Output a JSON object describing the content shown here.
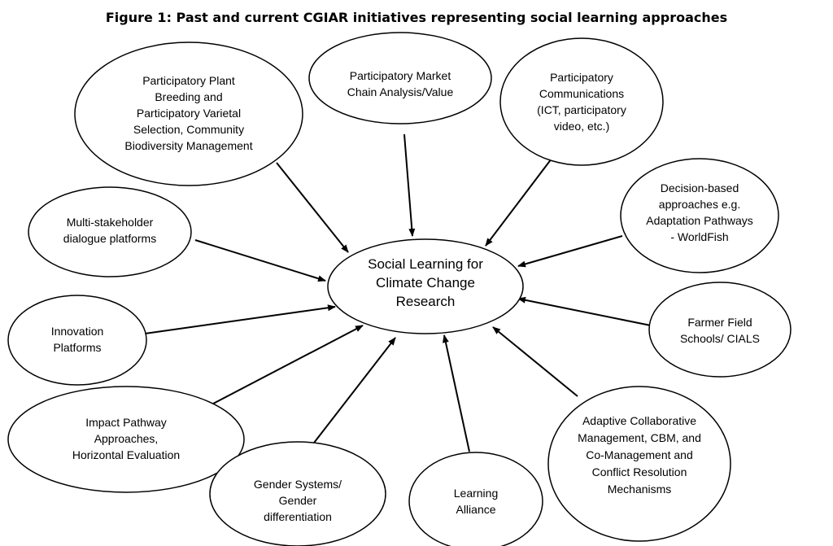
{
  "title": "Figure 1: Past and current CGIAR initiatives representing social learning approaches",
  "center": {
    "lines": [
      "Social Learning for",
      "Climate Change",
      "Research"
    ]
  },
  "nodes": [
    {
      "id": "participatory-plant-breeding",
      "lines": [
        "Participatory Plant",
        "Breeding and",
        "Participatory Varietal",
        "Selection, Community",
        "Biodiversity Management"
      ]
    },
    {
      "id": "participatory-market-chain",
      "lines": [
        "Participatory Market",
        "Chain Analysis/Value"
      ]
    },
    {
      "id": "participatory-communications",
      "lines": [
        "Participatory",
        "Communications",
        "(ICT, participatory",
        "video, etc.)"
      ]
    },
    {
      "id": "decision-based-approaches",
      "lines": [
        "Decision-based",
        "approaches e.g.",
        "Adaptation Pathways",
        "- WorldFish"
      ]
    },
    {
      "id": "multi-stakeholder-platforms",
      "lines": [
        "Multi-stakeholder",
        "dialogue platforms"
      ]
    },
    {
      "id": "innovation-platforms",
      "lines": [
        "Innovation",
        "Platforms"
      ]
    },
    {
      "id": "farmer-field-schools",
      "lines": [
        "Farmer Field",
        "Schools/ CIALS"
      ]
    },
    {
      "id": "impact-pathway-approaches",
      "lines": [
        "Impact Pathway",
        "Approaches,",
        "Horizontal Evaluation"
      ]
    },
    {
      "id": "gender-systems",
      "lines": [
        "Gender Systems/",
        "Gender",
        "differentiation"
      ]
    },
    {
      "id": "learning-alliance",
      "lines": [
        "Learning",
        "Alliance"
      ]
    },
    {
      "id": "adaptive-collaborative-management",
      "lines": [
        "Adaptive Collaborative",
        "Management, CBM,  and",
        "Co-Management and",
        "Conflict Resolution",
        "Mechanisms"
      ]
    }
  ]
}
